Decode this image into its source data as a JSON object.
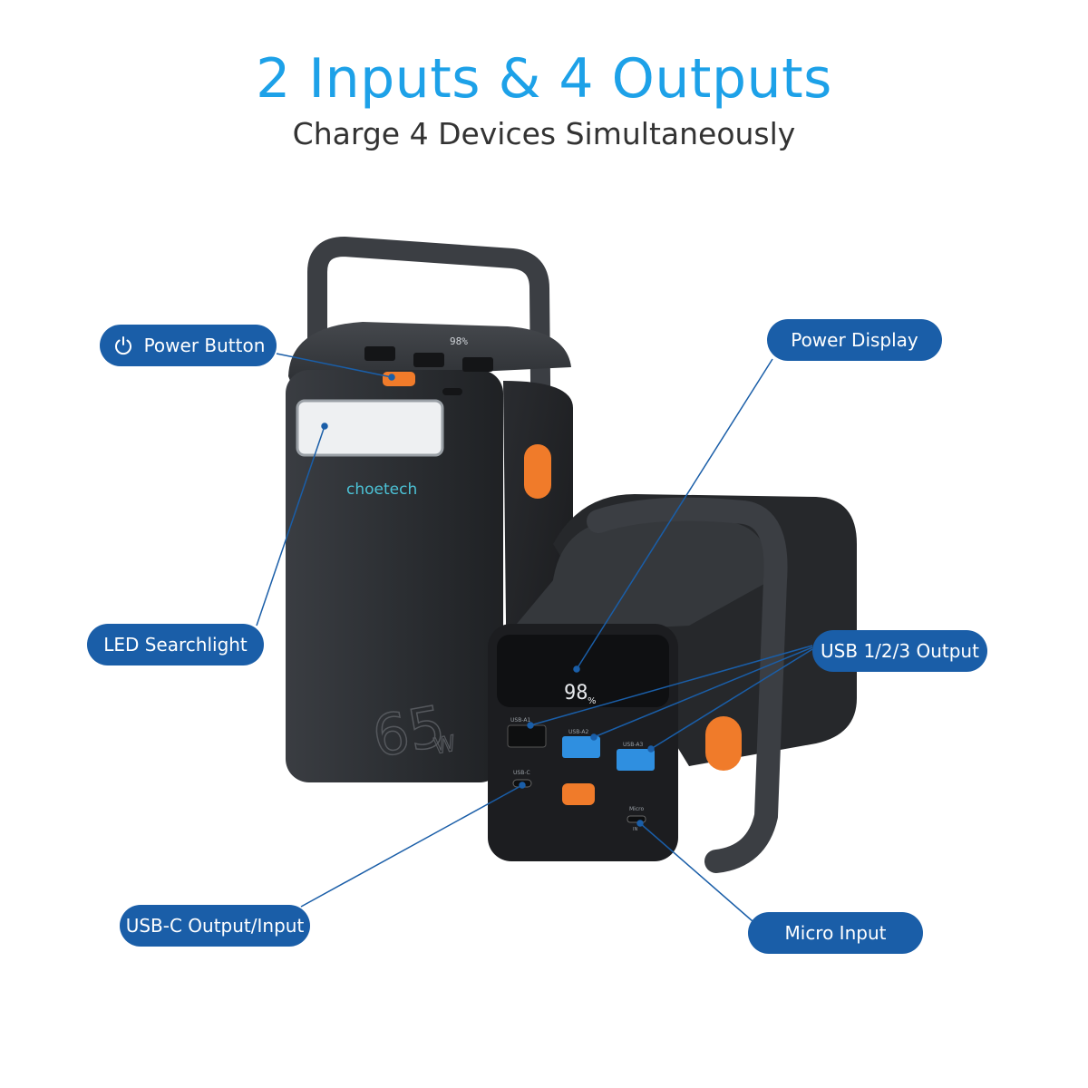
{
  "header": {
    "title": "2 Inputs & 4 Outputs",
    "subtitle": "Charge 4 Devices Simultaneously"
  },
  "product": {
    "brand": "choetech",
    "wattage": "65",
    "wattage_unit": "W",
    "display_reading": "98",
    "display_unit": "%",
    "port_labels": [
      "USB-A1",
      "USB-A2",
      "USB-A3",
      "USB-C",
      "Micro",
      "IN"
    ]
  },
  "callouts": {
    "power_button": "Power Button",
    "power_display": "Power Display",
    "led_searchlight": "LED Searchlight",
    "usb_123_output": "USB 1/2/3 Output",
    "usb_c_output_input": "USB-C Output/Input",
    "micro_input": "Micro Input"
  },
  "colors": {
    "title": "#1da1e8",
    "callout_bg": "#1a5ea8",
    "leader_line": "#1a5ea8",
    "body": "#2b2d31",
    "accent": "#f07b2a",
    "usb_blue": "#2f8fe0"
  }
}
